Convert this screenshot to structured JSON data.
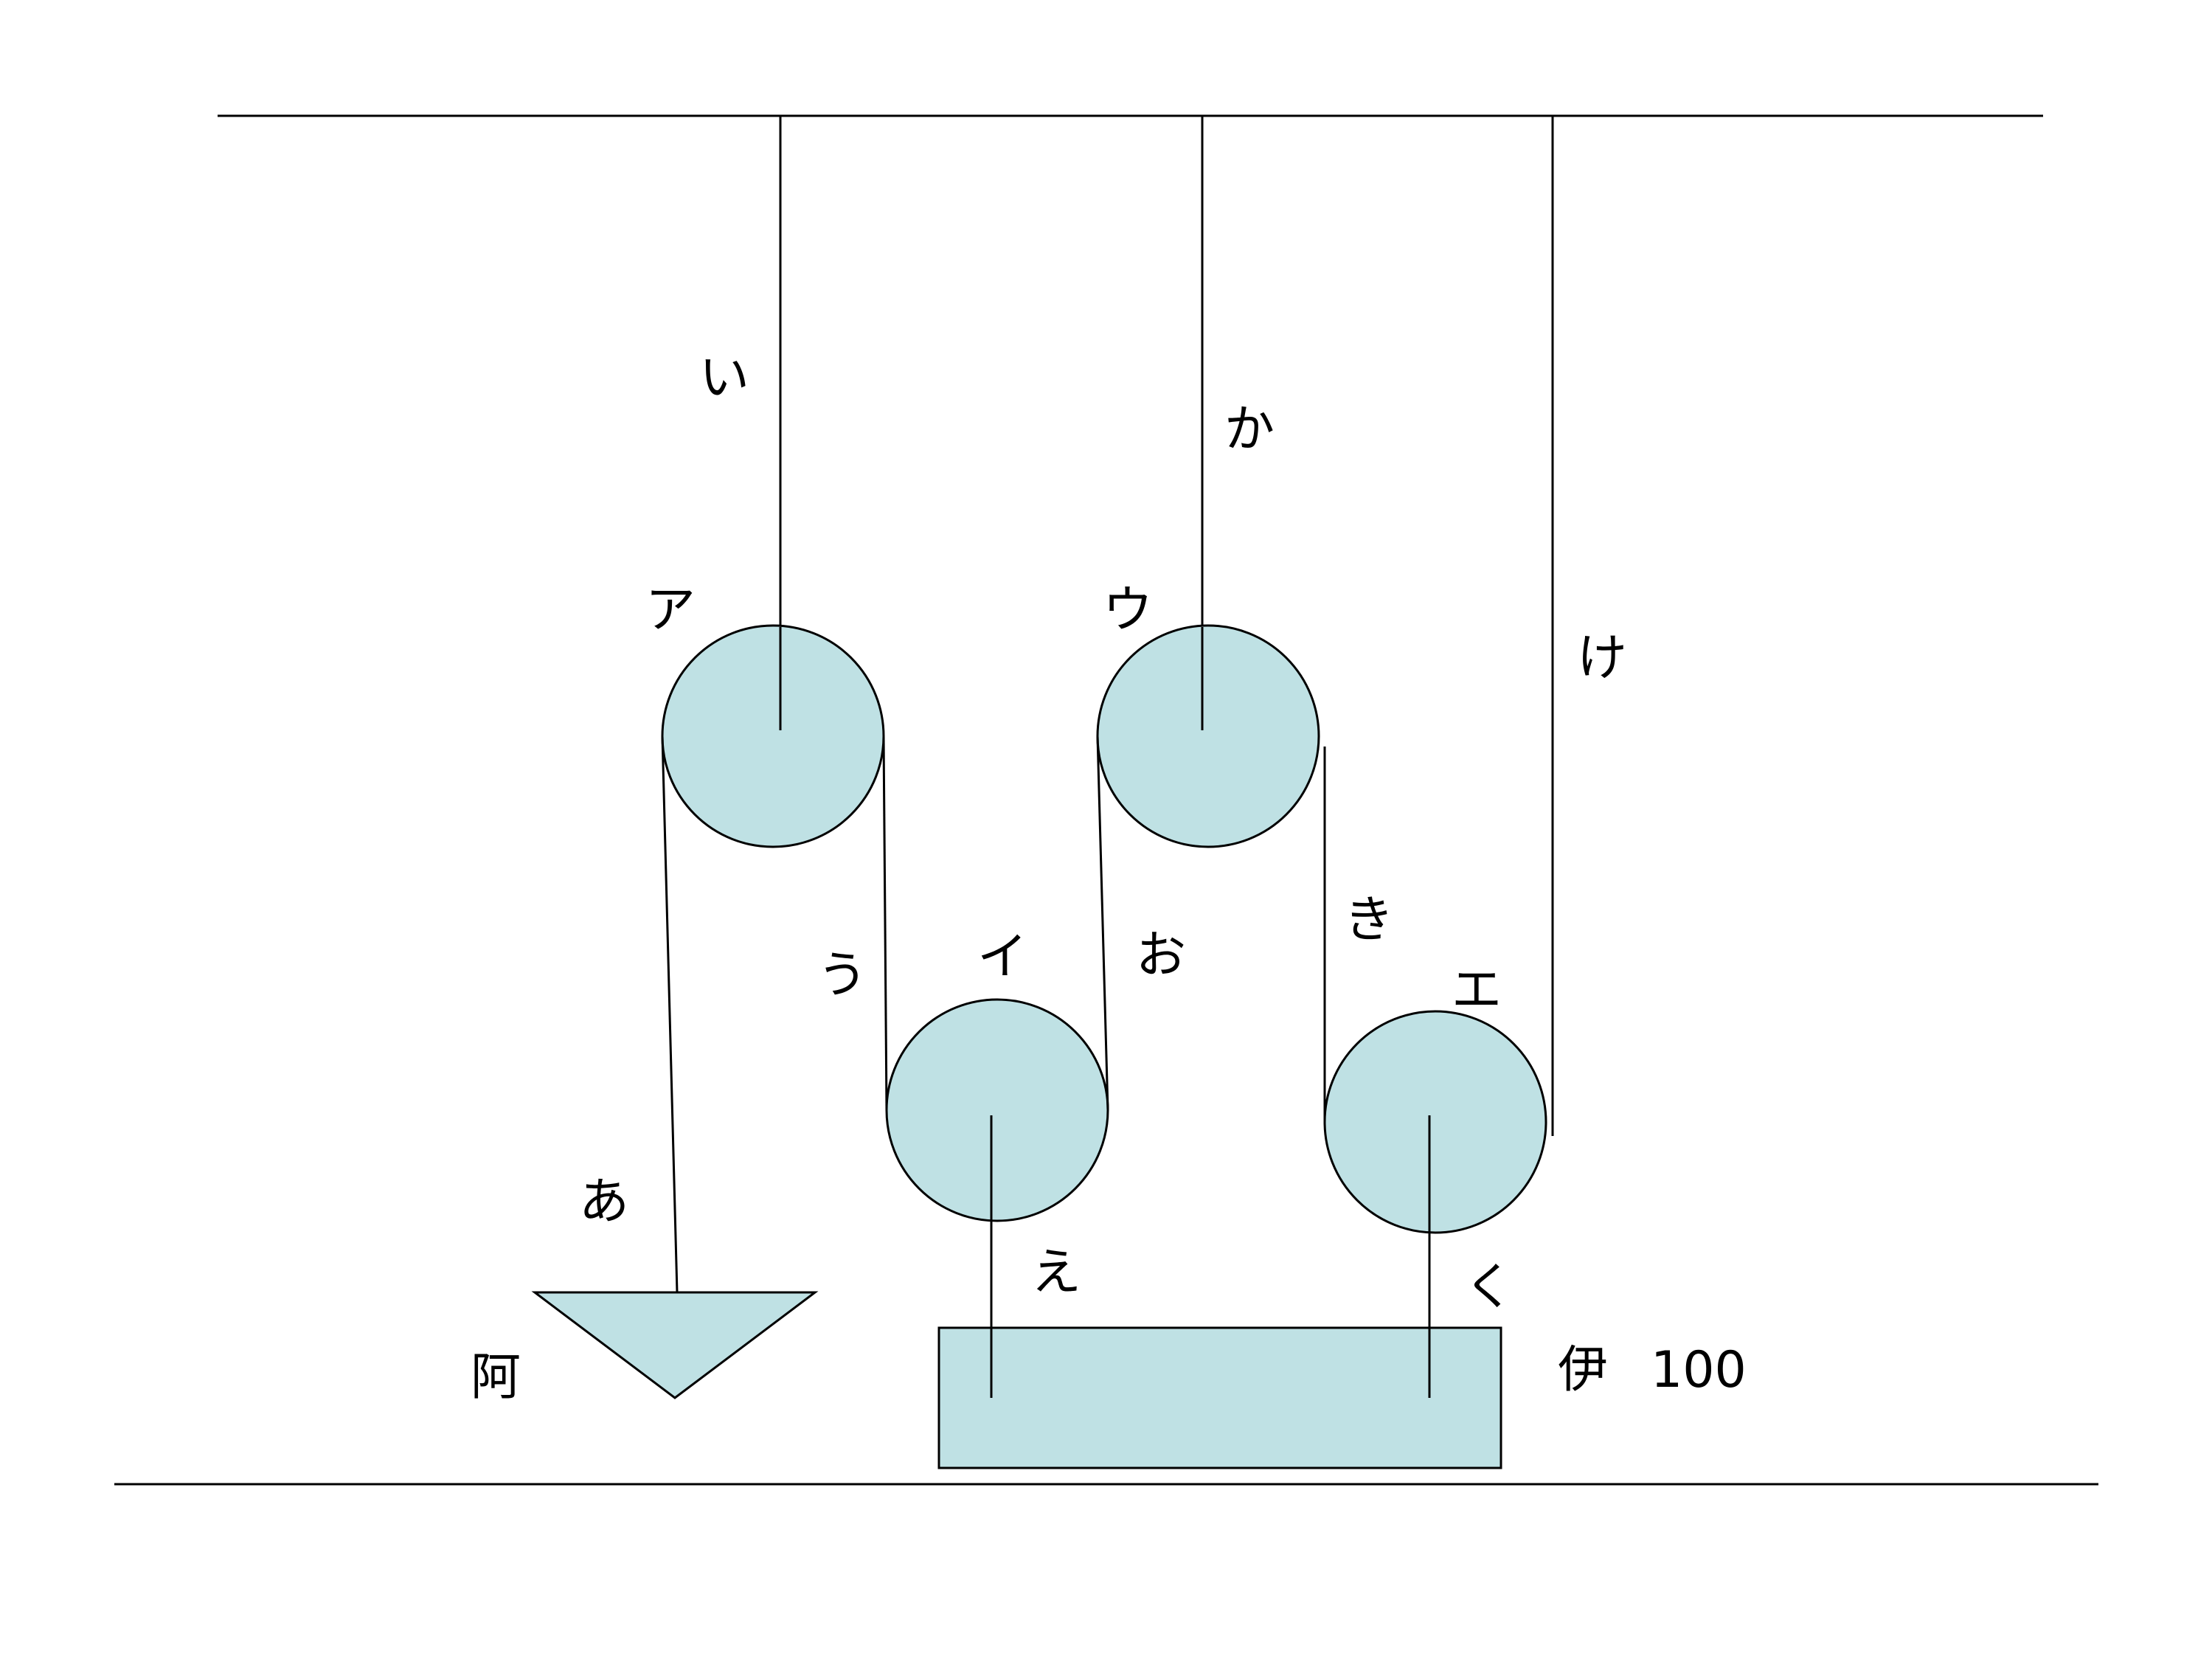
{
  "colors": {
    "fill": "#bfe1e4",
    "stroke": "#000000",
    "background": "#ffffff"
  },
  "labels": {
    "pulley_a": "ア",
    "pulley_i": "イ",
    "pulley_u": "ウ",
    "pulley_e": "エ",
    "rope_a": "あ",
    "rope_i": "い",
    "rope_u": "う",
    "rope_e": "え",
    "rope_o": "お",
    "rope_ka": "か",
    "rope_ki": "き",
    "rope_ku": "く",
    "rope_ke": "け",
    "weight_a": "阿",
    "weight_i": "伊",
    "weight_i_value": "100"
  }
}
